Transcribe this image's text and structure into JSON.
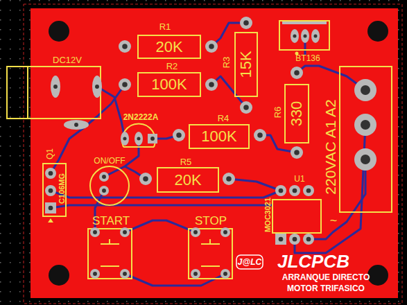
{
  "diagram": {
    "nodes": [
      {
        "text": [
          "20K"
        ]
      },
      {
        "text": [
          "100K"
        ]
      },
      {
        "text": [
          "15K"
        ]
      },
      {
        "text": [
          "100K"
        ]
      },
      {
        "text": [
          "330"
        ]
      },
      {
        "text": [
          "20K"
        ]
      }
    ],
    "labels": [
      "R1",
      "R2",
      "R3",
      "DC12V",
      "BT136",
      "2N2222A",
      "R4",
      "R6",
      "220VAC A1 A2",
      "~",
      "ON/OFF",
      "R5",
      "U1",
      "Q1",
      "C106MG",
      "MOC3021",
      "START",
      "STOP",
      "J@LC",
      "JLCPCB",
      "ARRANQUE DIRECTO",
      "MOTOR TRIFASICO"
    ]
  }
}
